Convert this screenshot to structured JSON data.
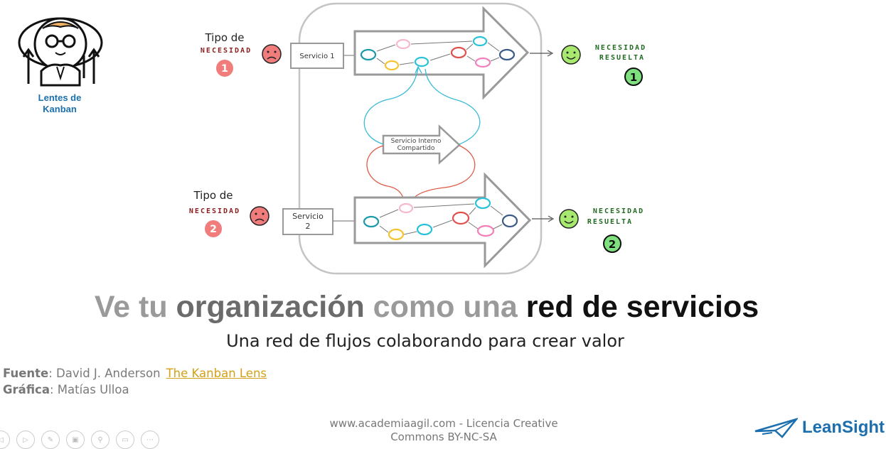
{
  "lens": {
    "caption": "Lentes de\nKanban",
    "accent": "#1a6fad"
  },
  "need1": {
    "tipo": "Tipo de",
    "necesidad": "NECESIDAD",
    "number": "1",
    "service": "Servicio 1",
    "resolved_line1": "NECESIDAD",
    "resolved_line2": "RESUELTA",
    "resolved_number": "1"
  },
  "need2": {
    "tipo": "Tipo de",
    "necesidad": "NECESIDAD",
    "number": "2",
    "service_line1": "Servicio",
    "service_line2": "2",
    "resolved_line1": "NECESIDAD",
    "resolved_line2": "RESUELTA",
    "resolved_number": "2"
  },
  "shared": {
    "line1": "Servicio Interno",
    "line2": "Compartido"
  },
  "title": {
    "part1": "Ve tu ",
    "part2": "organización",
    "part3": " como una ",
    "part4": "red de servicios"
  },
  "subtitle": "Una red de flujos colaborando para crear valor",
  "credits": {
    "source_label": "Fuente",
    "source_text": ": David J. Anderson",
    "source_link": "The Kanban Lens",
    "graphic_label": "Gráfica",
    "graphic_text": ": Matías Ulloa"
  },
  "footer": {
    "line1": "www.academiaagil.com - Licencia Creative",
    "line2": "Commons BY-NC-SA"
  },
  "brand": {
    "name": "LeanSight",
    "color": "#1b6fae"
  },
  "nav_icons": [
    "prev-icon",
    "play-icon",
    "pen-icon",
    "slides-icon",
    "zoom-icon",
    "subtitle-icon",
    "more-icon"
  ],
  "colors": {
    "need_red": "#f07c7c",
    "resolved_green": "#3ea63e",
    "blob_teal": "#1d9aaa",
    "blob_cyan": "#28c3d8",
    "blob_yellow": "#f4c430",
    "blob_red": "#e0504d",
    "blob_pink": "#f27fb8",
    "blob_navy": "#3b5a87"
  }
}
